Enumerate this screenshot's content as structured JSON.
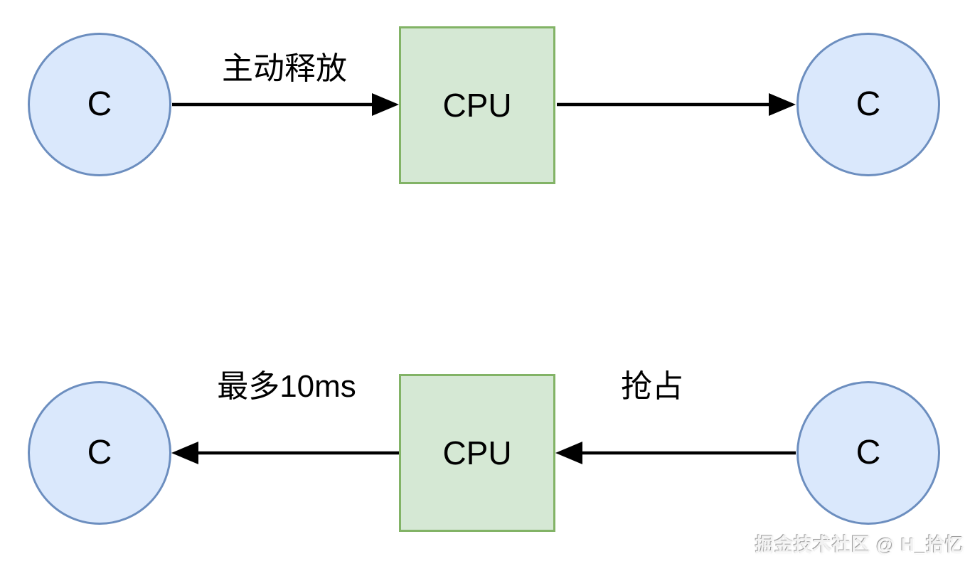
{
  "colors": {
    "node_fill": "#dae8fc",
    "node_stroke": "#6c8ebf",
    "cpu_fill": "#d5e8d4",
    "cpu_stroke": "#82b366",
    "arrow": "#000000",
    "watermark_text": "#f2f2f2"
  },
  "top_row": {
    "left_node": "C",
    "cpu": "CPU",
    "right_node": "C",
    "left_arrow_label": "主动释放"
  },
  "bottom_row": {
    "left_node": "C",
    "cpu": "CPU",
    "right_node": "C",
    "left_arrow_label": "最多10ms",
    "right_arrow_label": "抢占"
  },
  "watermark": "掘金技术社区 @ H_拾忆"
}
